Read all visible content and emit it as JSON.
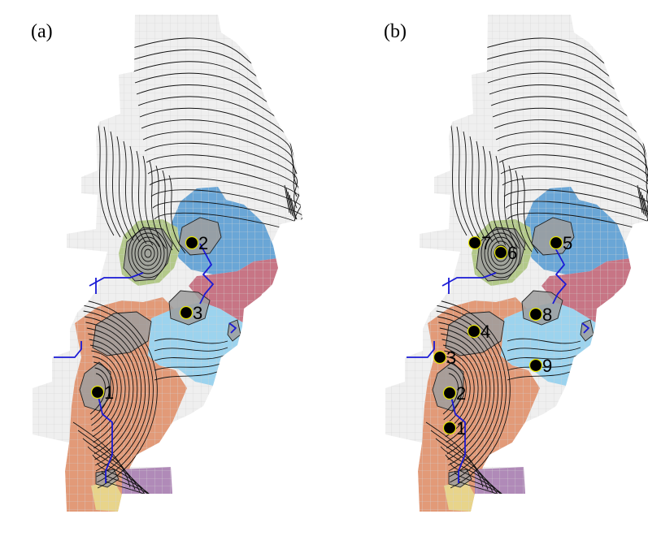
{
  "colors": {
    "background": "#ffffff",
    "cell": "#efefef",
    "grid": "#d4d4d4",
    "contour": "#111111",
    "river": "#1a1ad6",
    "marker": "#000000",
    "marker_ring": "#e6e600",
    "catchment_blue": "#6aa6d6",
    "catchment_red": "#c77585",
    "catchment_green": "#b3c98a",
    "catchment_orange": "#e29a78",
    "catchment_lightblue": "#9cd3ee",
    "catchment_purple": "#b08ab8",
    "catchment_yellow": "#e8d48a",
    "lake_gray": "#9e9e9e"
  },
  "panels": [
    {
      "id": "a",
      "label": "(a)",
      "markers": [
        {
          "id": "1",
          "label": "1"
        },
        {
          "id": "2",
          "label": "2"
        },
        {
          "id": "3",
          "label": "3"
        }
      ]
    },
    {
      "id": "b",
      "label": "(b)",
      "markers": [
        {
          "id": "1",
          "label": "1"
        },
        {
          "id": "2",
          "label": "2"
        },
        {
          "id": "3",
          "label": "3"
        },
        {
          "id": "4",
          "label": "4"
        },
        {
          "id": "5",
          "label": "5"
        },
        {
          "id": "6",
          "label": "6"
        },
        {
          "id": "7",
          "label": "7"
        },
        {
          "id": "8",
          "label": "8"
        },
        {
          "id": "9",
          "label": "9"
        }
      ]
    }
  ]
}
